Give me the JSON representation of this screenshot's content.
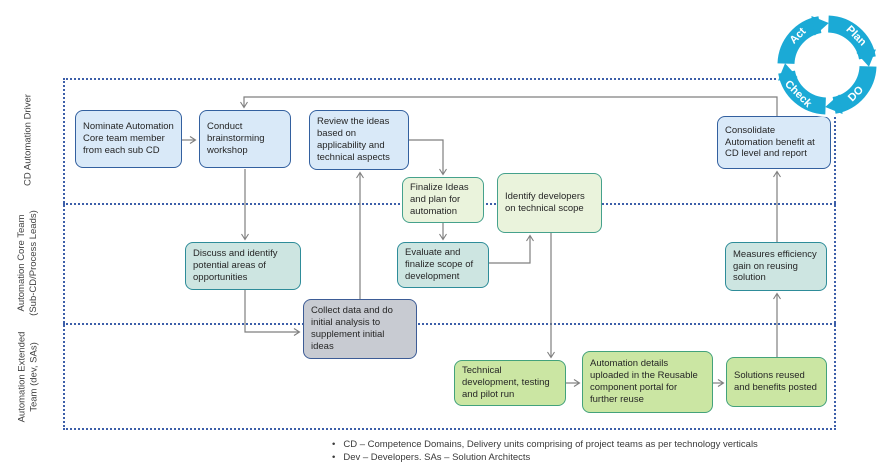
{
  "lanes": {
    "driver": {
      "label": "CD Automation Driver"
    },
    "core": {
      "label": "Automation Core Team (Sub-CD/Process Leads)"
    },
    "extended": {
      "label": "Automation Extended Team (dev, SAs)"
    }
  },
  "pdca": {
    "act": "Act",
    "plan": "Plan",
    "do": "DO",
    "check": "Check",
    "color": "#1baad6"
  },
  "boxes": {
    "nominate": {
      "text": "Nominate Automation Core team member from each sub CD"
    },
    "conduct": {
      "text": "Conduct brainstorming workshop"
    },
    "review": {
      "text": "Review the ideas based on applicability and technical aspects"
    },
    "finalize": {
      "text": "Finalize Ideas and plan for automation"
    },
    "identify": {
      "text": "Identify developers on technical scope"
    },
    "consolidate": {
      "text": "Consolidate Automation benefit at CD level and report"
    },
    "discuss": {
      "text": "Discuss and identify potential areas of opportunities"
    },
    "evaluate": {
      "text": "Evaluate and finalize scope of development"
    },
    "measures": {
      "text": "Measures efficiency gain on reusing solution"
    },
    "collect": {
      "text": "Collect data and do initial analysis to supplement initial ideas"
    },
    "technical": {
      "text": "Technical development, testing and pilot run"
    },
    "upload": {
      "text": "Automation details uploaded in the Reusable component portal for further reuse"
    },
    "solutions": {
      "text": "Solutions reused and benefits posted"
    }
  },
  "footnotes": {
    "bullet": "•",
    "line1": "CD – Competence Domains, Delivery units comprising of project teams as per technology verticals",
    "line2": "Dev – Developers. SAs – Solution Architects"
  },
  "colors": {
    "frame_dotted": "#3d5fa9",
    "connector": "#7f7f7f",
    "box_blue_fill": "#d9e9f8",
    "box_blue_border": "#33609f",
    "box_teal_fill": "#cde5e1",
    "box_teal_border": "#2e8c99",
    "box_palegreen_fill": "#eaf3dc",
    "box_green_fill": "#cbe6a3",
    "box_green_border": "#43a27b",
    "box_gray_fill": "#c8cbd2"
  }
}
